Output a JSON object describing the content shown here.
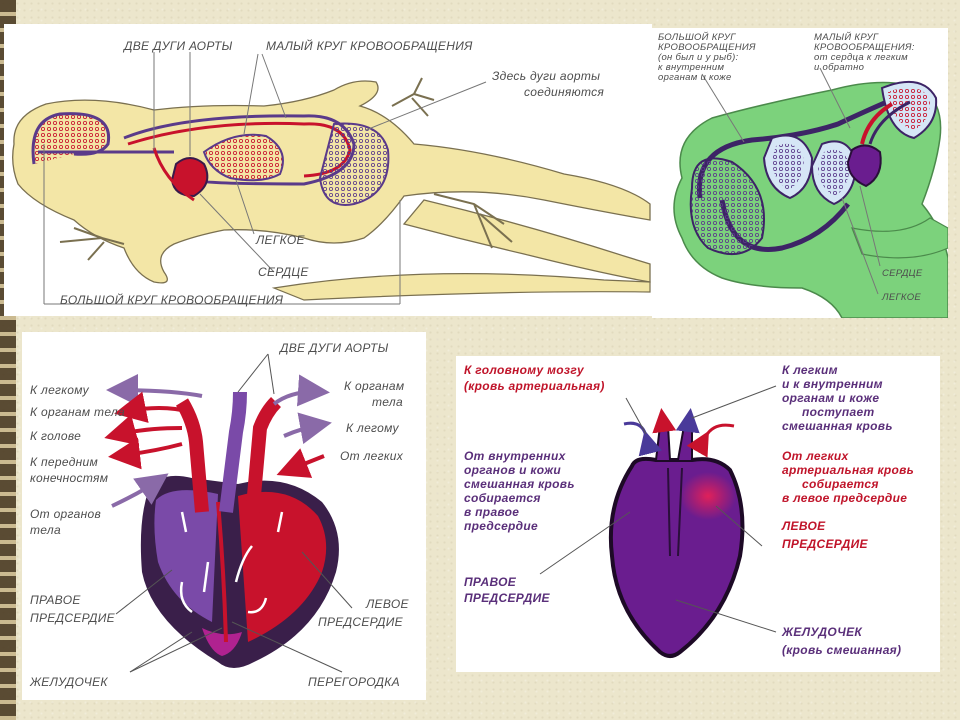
{
  "lizard": {
    "aortic_arches": "ДВЕ ДУГИ АОРТЫ",
    "pulmonary_circ": "МАЛЫЙ КРУГ КРОВООБРАЩЕНИЯ",
    "arches_join_1": "Здесь дуги аорты",
    "arches_join_2": "соединяются",
    "lung": "ЛЕГКОЕ",
    "heart": "СЕРДЦЕ",
    "systemic_circ": "БОЛЬШОЙ КРУГ КРОВООБРАЩЕНИЯ"
  },
  "frog": {
    "systemic_1": "БОЛЬШОЙ КРУГ",
    "systemic_2": "КРОВООБРАЩЕНИЯ",
    "systemic_3": "(он был и у рыб):",
    "systemic_4": "к внутренним",
    "systemic_5": "органам и коже",
    "pulmonary_1": "МАЛЫЙ КРУГ",
    "pulmonary_2": "КРОВООБРАЩЕНИЯ:",
    "pulmonary_3": "от сердца к легким",
    "pulmonary_4": "и обратно",
    "heart": "СЕРДЦЕ",
    "lung": "ЛЕГКОЕ"
  },
  "heart1": {
    "aortic_arches": "ДВЕ ДУГИ АОРТЫ",
    "to_lung": "К легкому",
    "to_body_organs": "К органам тела",
    "to_head": "К голове",
    "to_forelimbs_1": "К передним",
    "to_forelimbs_2": "конечностям",
    "from_organs_1": "От органов",
    "from_organs_2": "тела",
    "right_atrium_1": "ПРАВОЕ",
    "right_atrium_2": "ПРЕДСЕРДИЕ",
    "ventricle": "ЖЕЛУДОЧЕК",
    "r_to_organs_1": "К органам",
    "r_to_organs_2": "тела",
    "r_to_lung": "К легому",
    "r_from_lungs": "От легких",
    "left_atrium_1": "ЛЕВОЕ",
    "left_atrium_2": "ПРЕДСЕРДИЕ",
    "septum": "ПЕРЕГОРОДКА"
  },
  "heart2": {
    "to_brain_1": "К головному мозгу",
    "to_brain_2": "(кровь артериальная)",
    "from_internal_1": "От внутренних",
    "from_internal_2": "органов и кожи",
    "from_internal_3": "смешанная кровь",
    "from_internal_4": "собирается",
    "from_internal_5": "в правое",
    "from_internal_6": "предсердие",
    "right_atrium_1": "ПРАВОЕ",
    "right_atrium_2": "ПРЕДСЕРДИЕ",
    "to_lungs_1": "К легким",
    "to_lungs_2": "и к внутренним",
    "to_lungs_3": "органам и коже",
    "to_lungs_4": "поступает",
    "to_lungs_5": "смешанная кровь",
    "from_lungs_1": "От легких",
    "from_lungs_2": "артериальная кровь",
    "from_lungs_3": "собирается",
    "from_lungs_4": "в левое предсердие",
    "left_atrium_1": "ЛЕВОЕ",
    "left_atrium_2": "ПРЕДСЕРДИЕ",
    "ventricle_1": "ЖЕЛУДОЧЕК",
    "ventricle_2": "(кровь смешанная)"
  },
  "colors": {
    "arterial": "#c8122c",
    "venous": "#5a3a8a",
    "mixed": "#6a1d8f",
    "lizard_body": "#f3e6a6",
    "frog_body": "#7cd27c"
  }
}
